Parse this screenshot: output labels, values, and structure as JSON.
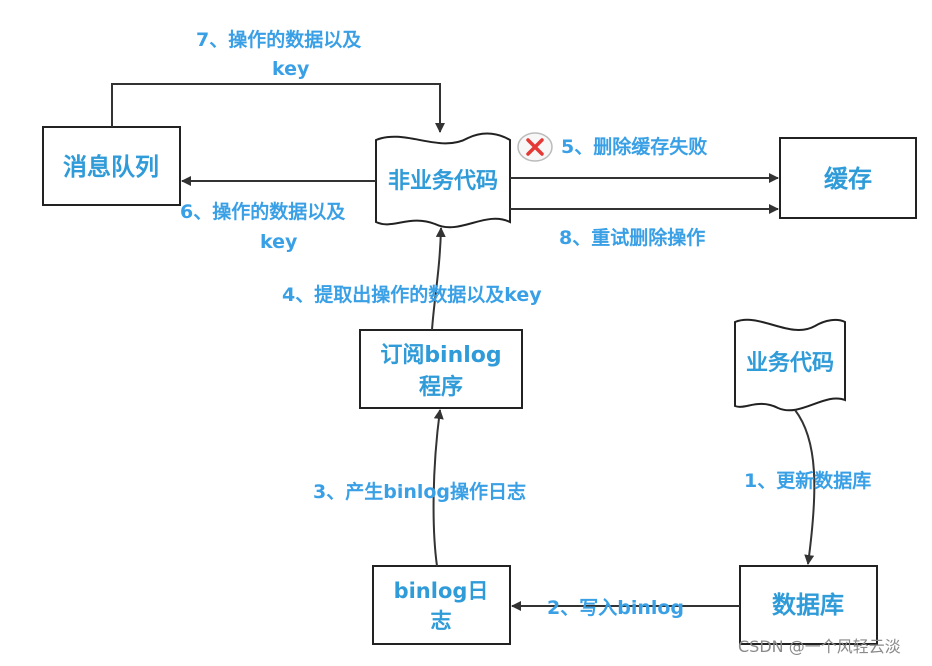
{
  "nodes": {
    "message_queue": "消息队列",
    "non_business_code": "非业务代码",
    "cache": "缓存",
    "subscribe_binlog_line1": "订阅binlog",
    "subscribe_binlog_line2": "程序",
    "business_code": "业务代码",
    "binlog_log_line1": "binlog日",
    "binlog_log_line2": "志",
    "database": "数据库"
  },
  "steps": {
    "step1": "1、更新数据库",
    "step2": "2、写入binlog",
    "step3": "3、产生binlog操作日志",
    "step4": "4、提取出操作的数据以及key",
    "step5": "5、删除缓存失败",
    "step6_line1": "6、操作的数据以及",
    "step6_line2": "key",
    "step7_line1": "7、操作的数据以及",
    "step7_line2": "key",
    "step8": "8、重试删除操作"
  },
  "watermark": "CSDN @一个风轻云淡",
  "colors": {
    "label_blue": "#3aa0e6",
    "error_red": "#e53935",
    "line": "#333333"
  },
  "icons": {
    "failure": "red-x-icon"
  }
}
